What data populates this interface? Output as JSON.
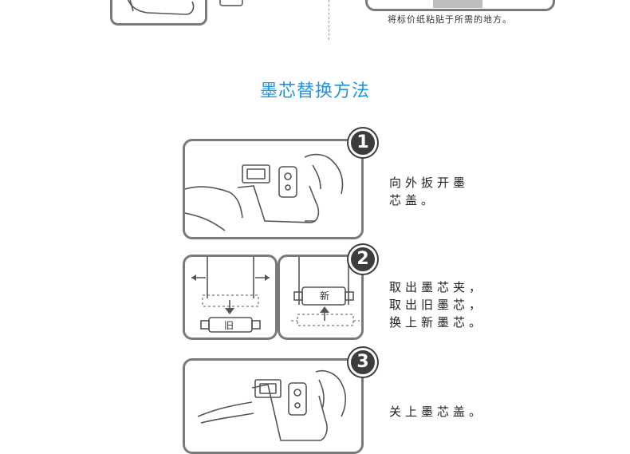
{
  "top": {
    "caption": "将标价纸粘贴于所需的地方。"
  },
  "section": {
    "title": "墨芯替换方法"
  },
  "steps": [
    {
      "number": "1",
      "text": "向外扳开墨\n芯盖。"
    },
    {
      "number": "2",
      "text": "取出墨芯夹，\n取出旧墨芯，\n换上新墨芯。",
      "old_label": "旧",
      "new_label": "新"
    },
    {
      "number": "3",
      "text": "关上墨芯盖。"
    }
  ],
  "colors": {
    "title": "#1f95e3",
    "frame": "#7a7a7a",
    "badge": "#3c3c3c"
  }
}
